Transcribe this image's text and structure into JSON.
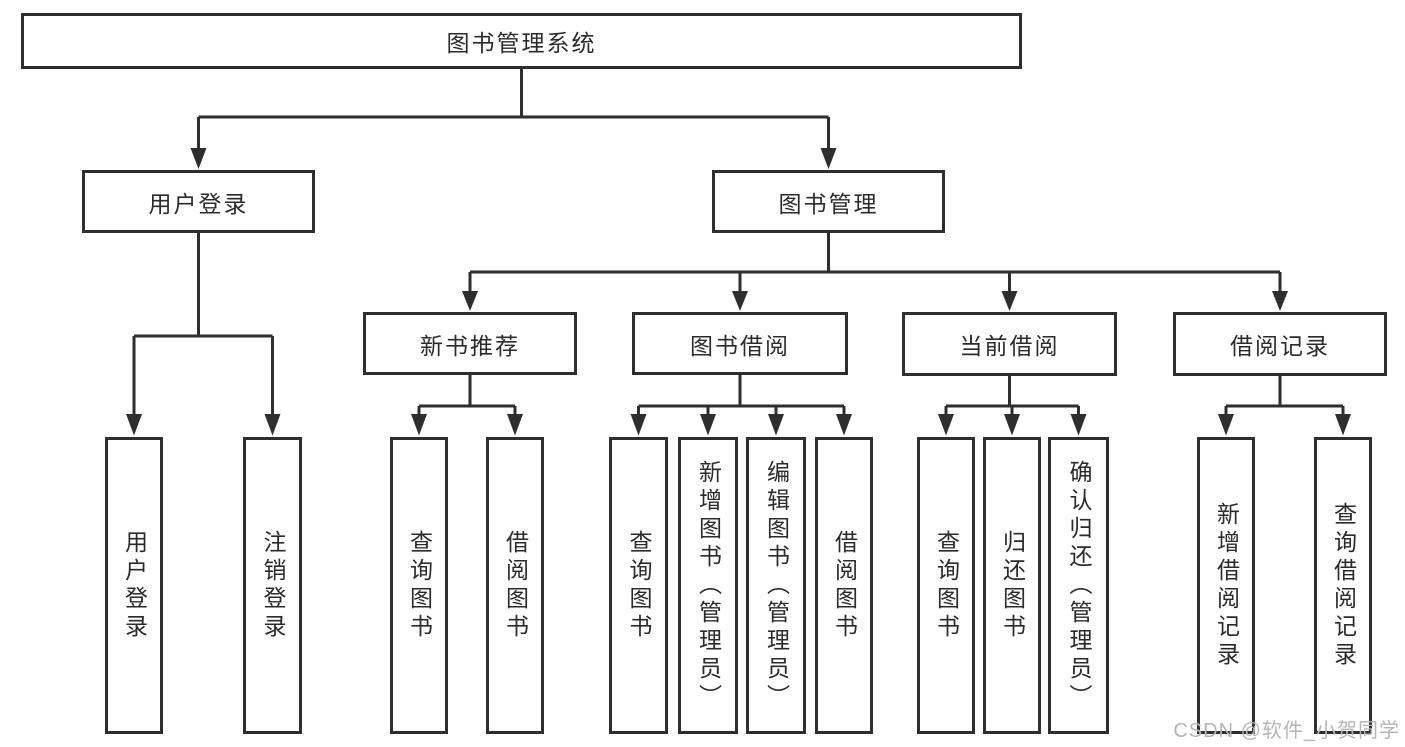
{
  "diagram": {
    "type": "tree-diagram",
    "nodes": {
      "root": "图书管理系统",
      "user_login": "用户登录",
      "book_mgmt": "图书管理",
      "new_book_rec": "新书推荐",
      "book_borrow": "图书借阅",
      "current_borrow": "当前借阅",
      "borrow_records": "借阅记录",
      "leaf_user_login": "用户登录",
      "leaf_logout": "注销登录",
      "leaf_nb_query": "查询图书",
      "leaf_nb_borrow": "借阅图书",
      "leaf_bb_query": "查询图书",
      "leaf_bb_add": "新增图书（管理员）",
      "leaf_bb_edit": "编辑图书（管理员）",
      "leaf_bb_borrow": "借阅图书",
      "leaf_cb_query": "查询图书",
      "leaf_cb_return": "归还图书",
      "leaf_cb_confirm": "确认归还（管理员）",
      "leaf_br_add": "新增借阅记录",
      "leaf_br_query": "查询借阅记录"
    },
    "hierarchy": {
      "图书管理系统": {
        "用户登录": [
          "用户登录",
          "注销登录"
        ],
        "图书管理": {
          "新书推荐": [
            "查询图书",
            "借阅图书"
          ],
          "图书借阅": [
            "查询图书",
            "新增图书（管理员）",
            "编辑图书（管理员）",
            "借阅图书"
          ],
          "当前借阅": [
            "查询图书",
            "归还图书",
            "确认归还（管理员）"
          ],
          "借阅记录": [
            "新增借阅记录",
            "查询借阅记录"
          ]
        }
      }
    },
    "colors": {
      "line": "#2e2e2e",
      "text": "#2b2b2b",
      "box_fill": "#ffffff",
      "background": "#ffffff",
      "watermark": "#b5b5b5"
    }
  },
  "watermark": {
    "text": "CSDN @软件_小贺同学"
  }
}
